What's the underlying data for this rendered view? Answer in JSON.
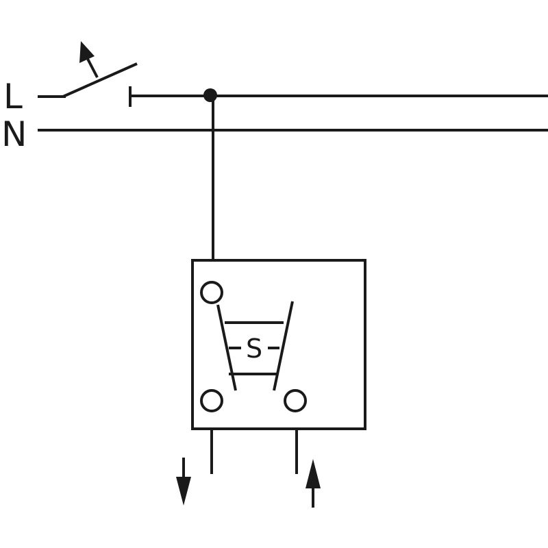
{
  "lines": {
    "phase_label": "L",
    "neutral_label": "N"
  },
  "switch_module": {
    "center_label": "S"
  },
  "colors": {
    "ink": "#1a1a1a",
    "background": "#ffffff"
  },
  "icons": {
    "switch_arrow": "arrow-up-diagonal-icon",
    "output_arrow": "arrow-down-icon",
    "input_arrow": "arrow-up-icon"
  }
}
